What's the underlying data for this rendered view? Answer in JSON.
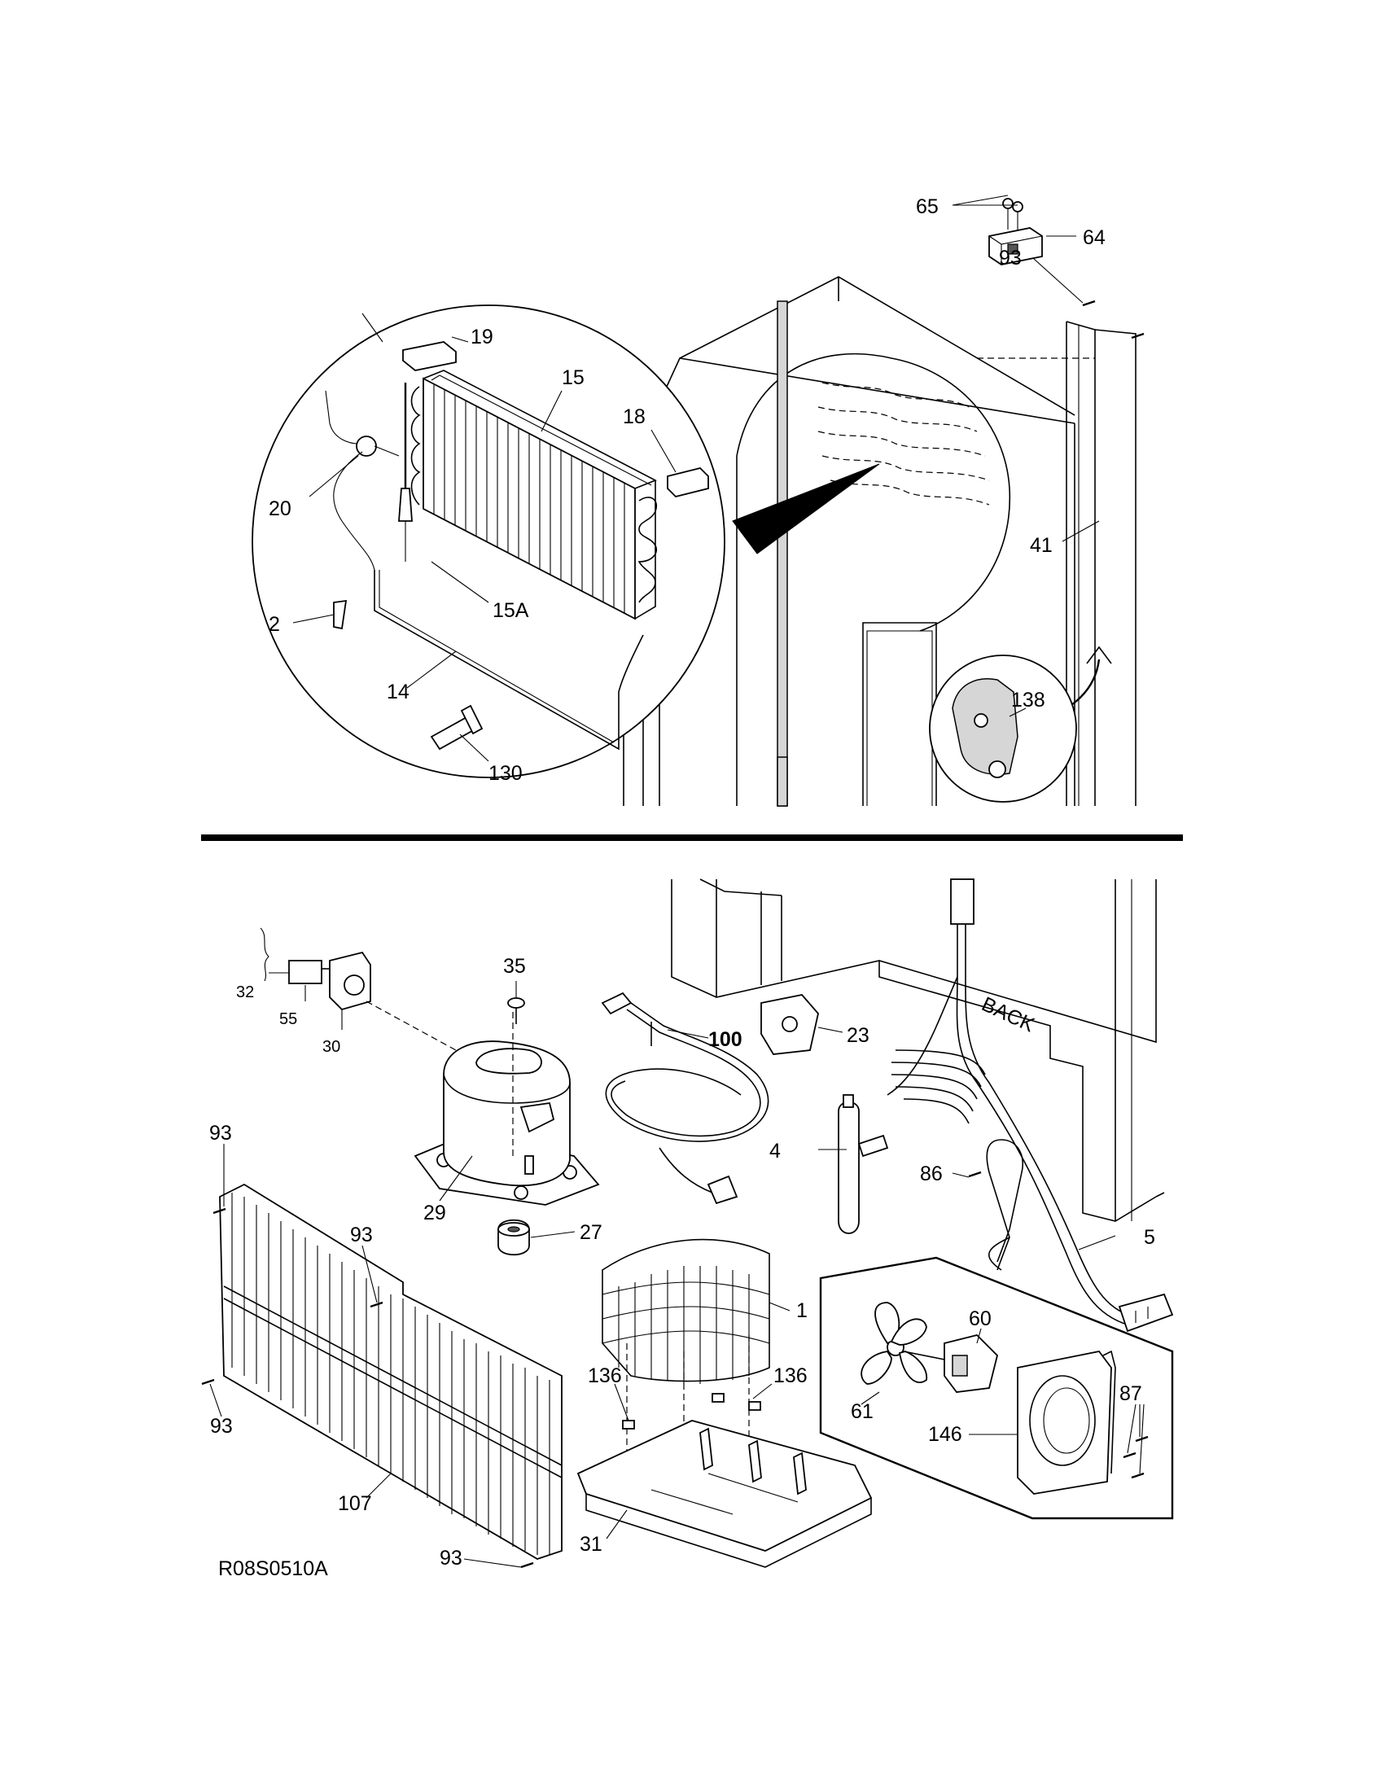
{
  "diagram_code": "R08S0510A",
  "side_label": "BACK",
  "part_labels": {
    "p65": "65",
    "p64": "64",
    "p93_top": "93",
    "p19": "19",
    "p15": "15",
    "p18": "18",
    "p20": "20",
    "p15a": "15A",
    "p2": "2",
    "p14": "14",
    "p130": "130",
    "p41": "41",
    "p138": "138",
    "p32": "32",
    "p55": "55",
    "p30": "30",
    "p35": "35",
    "p100": "100",
    "p23": "23",
    "p93_a": "93",
    "p93_b": "93",
    "p4": "4",
    "p86": "86",
    "p29": "29",
    "p27": "27",
    "p5": "5",
    "p1": "1",
    "p60": "60",
    "p136_a": "136",
    "p136_b": "136",
    "p93_c": "93",
    "p61": "61",
    "p87": "87",
    "p146": "146",
    "p107": "107",
    "p31": "31",
    "p93_d": "93"
  }
}
